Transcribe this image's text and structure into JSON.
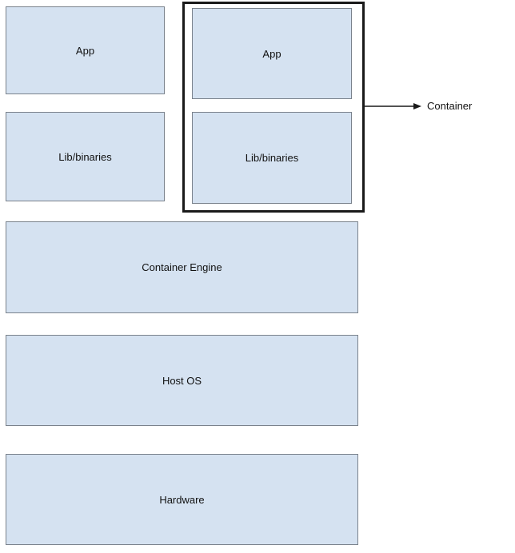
{
  "colors": {
    "box_fill": "#d5e2f1",
    "box_border": "#7a828c",
    "container_border": "#1a1a1a",
    "text": "#111111",
    "background": "#ffffff"
  },
  "left_stack": {
    "app_label": "App",
    "lib_label": "Lib/binaries"
  },
  "container": {
    "app_label": "App",
    "lib_label": "Lib/binaries",
    "callout_label": "Container"
  },
  "layers": {
    "engine_label": "Container Engine",
    "host_os_label": "Host OS",
    "hardware_label": "Hardware"
  }
}
